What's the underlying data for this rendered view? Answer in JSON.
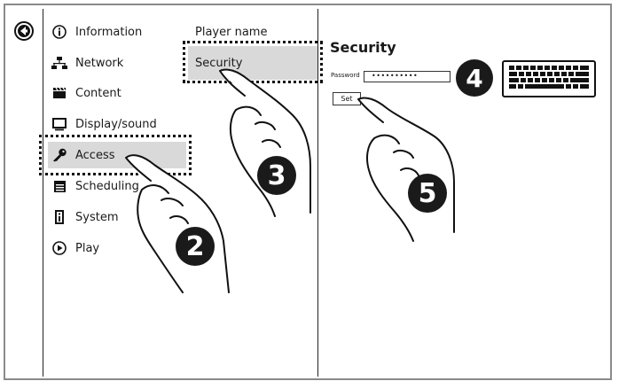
{
  "menu": {
    "items": [
      {
        "label": "Information",
        "icon": "info-icon"
      },
      {
        "label": "Network",
        "icon": "network-icon"
      },
      {
        "label": "Content",
        "icon": "clapperboard-icon"
      },
      {
        "label": "Display/sound",
        "icon": "monitor-icon"
      },
      {
        "label": "Access",
        "icon": "key-icon",
        "selected": true
      },
      {
        "label": "Scheduling",
        "icon": "calendar-icon"
      },
      {
        "label": "System",
        "icon": "system-icon"
      },
      {
        "label": "Play",
        "icon": "play-icon"
      }
    ]
  },
  "submenu": {
    "items": [
      {
        "label": "Player name"
      },
      {
        "label": "Security",
        "selected": true
      }
    ]
  },
  "security": {
    "title": "Security",
    "password_label": "Password",
    "password_value": "••••••••••",
    "set_label": "Set"
  },
  "steps": [
    "2",
    "3",
    "4",
    "5"
  ],
  "colors": {
    "selection": "#d9d9d9",
    "badge": "#1a1a1a",
    "border": "#8a8a8a"
  }
}
